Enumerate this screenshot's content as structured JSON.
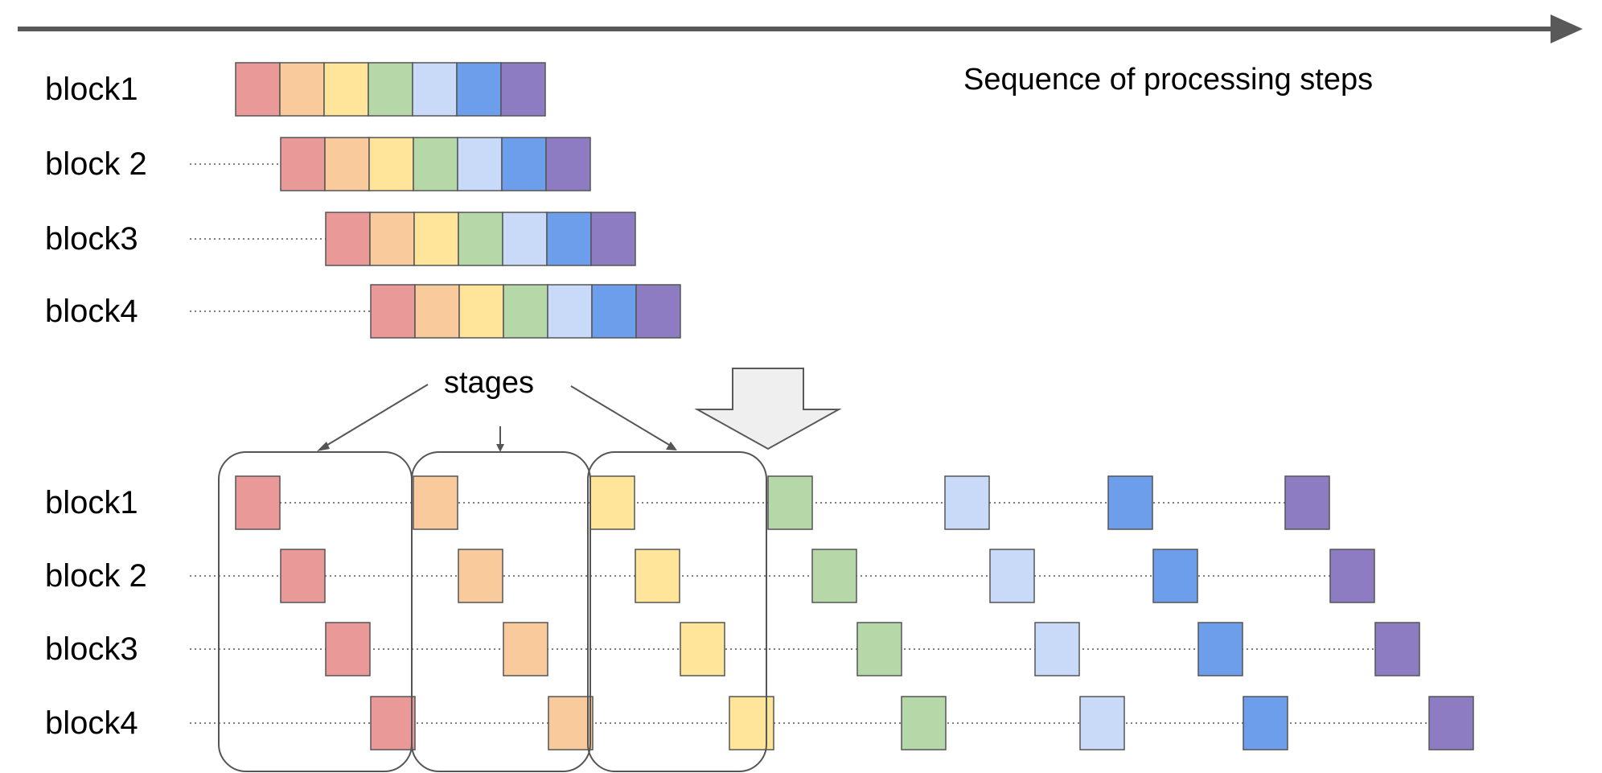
{
  "heading": {
    "text": "Sequence of processing steps"
  },
  "stages_label": "stages",
  "stage_colors": [
    "#ea9999",
    "#f9cb9c",
    "#ffe599",
    "#b6d7a8",
    "#c9daf8",
    "#6d9eeb",
    "#8e7cc3"
  ],
  "icons": {
    "timeline": "arrow-right-icon",
    "transform": "big-down-arrow-icon"
  },
  "top_rows": [
    {
      "label": "block1"
    },
    {
      "label": "block 2"
    },
    {
      "label": "block3"
    },
    {
      "label": "block4"
    }
  ],
  "bottom_rows": [
    {
      "label": "block1"
    },
    {
      "label": "block 2"
    },
    {
      "label": "block3"
    },
    {
      "label": "block4"
    }
  ]
}
